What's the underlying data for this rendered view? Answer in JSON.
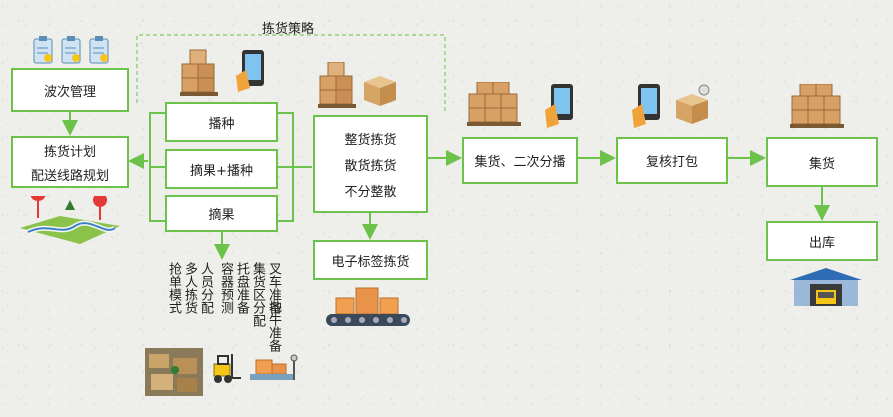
{
  "strategy_label": "拣货策略",
  "wave": "波次管理",
  "plan": {
    "line1": "拣货计划",
    "line2": "配送线路规划"
  },
  "sow": "播种",
  "pick_sow": "摘果+播种",
  "pick": "摘果",
  "methods": {
    "line1": "整货拣货",
    "line2": "散货拣货",
    "line3": "不分整散"
  },
  "rfid": "电子标签拣货",
  "collect_sort": "集货、二次分播",
  "review_pack": "复核打包",
  "collect": "集货",
  "outbound": "出库",
  "notes": {
    "col1": "抢单模式",
    "col2": "多人拣货",
    "col3": "人员分配",
    "col4": "容器预测",
    "col5": "托盘准备",
    "col6": "集货区分配",
    "col7": "叉车准备",
    "col8": "地牛准备"
  },
  "icons": [
    "clipboard-icon",
    "route-map-icon",
    "boxes-icon",
    "phone-icon",
    "conveyor-icon",
    "warehouse-icon",
    "forklift-icon",
    "pallet-scale-icon"
  ]
}
